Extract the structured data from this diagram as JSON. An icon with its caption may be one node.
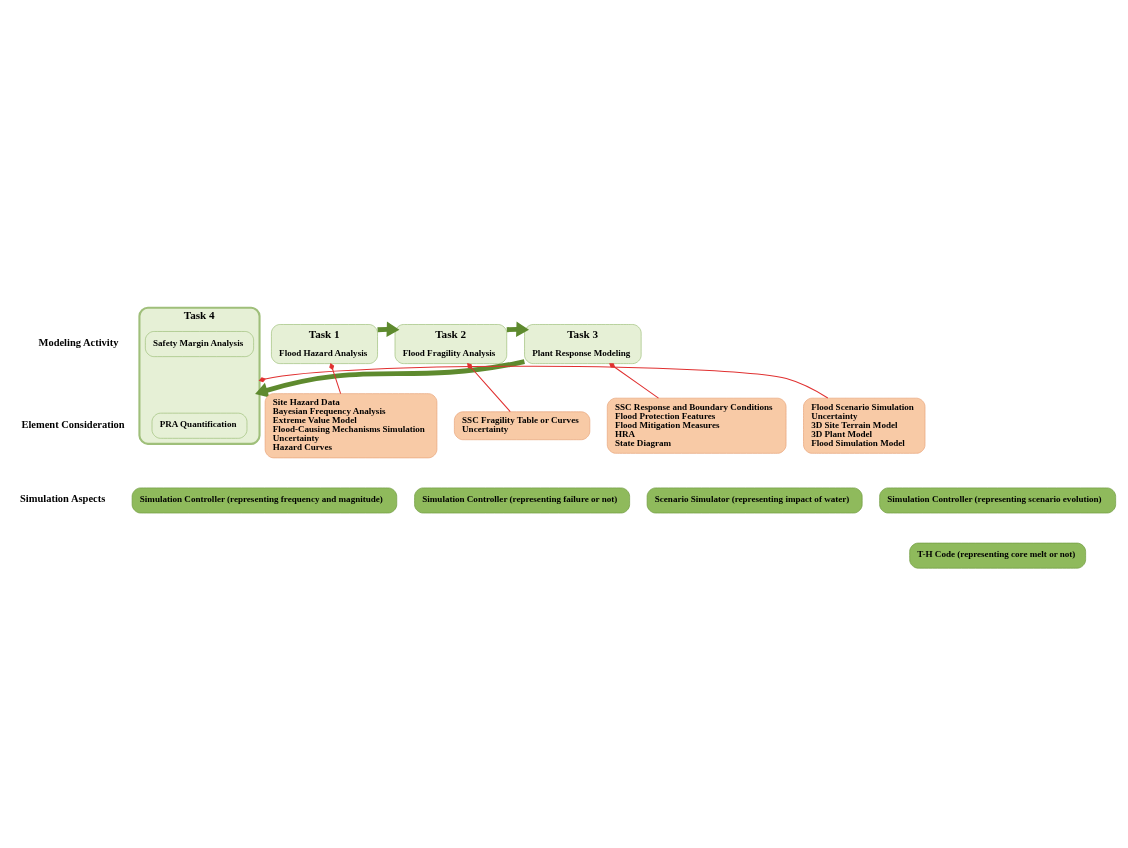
{
  "diagram": {
    "nodes": [
      {
        "text": [
          "Task 1",
          "Flood Hazard Analysis"
        ]
      },
      {
        "text": [
          "Task 2",
          "Flood Fragility Analysis"
        ]
      },
      {
        "text": [
          "Task 3",
          "Plant Response Modeling"
        ]
      },
      {
        "text": [
          "Task 4"
        ]
      },
      {
        "text": [
          "Safety Margin Analysis"
        ],
        "in": 3
      },
      {
        "text": [
          "PRA Quantification"
        ],
        "in": 3
      },
      {
        "text": [
          "Site Hazard Data",
          "Bayesian Frequency Analysis",
          "Extreme Value Model",
          "Flood-Causing Mechanisms Simulation",
          "Uncertainty",
          "Hazard Curves"
        ]
      },
      {
        "text": [
          "SSC Fragility Table or Curves",
          "Uncertainty"
        ]
      },
      {
        "text": [
          "SSC Response and Boundary Conditions",
          "Flood Protection Features",
          "Flood Mitigation Measures",
          "HRA",
          "State Diagram"
        ]
      },
      {
        "text": [
          "Flood Scenario Simulation",
          "Uncertainty",
          "3D Site Terrain Model",
          "3D Plant Model",
          "Flood Simulation Model"
        ]
      },
      {
        "text": [
          "Simulation Controller (representing frequency and magnitude)"
        ]
      },
      {
        "text": [
          "Simulation Controller (representing failure or not)"
        ]
      },
      {
        "text": [
          "Scenario Simulator (representing impact of water)"
        ]
      },
      {
        "text": [
          "Simulation Controller (representing scenario evolution)"
        ]
      },
      {
        "text": [
          "T-H Code (representing core melt or not)"
        ]
      }
    ],
    "edges": [
      {
        "from": 0,
        "to": 1,
        "arrow": "to",
        "style": "thick",
        "color": "#5e8a2e"
      },
      {
        "from": 1,
        "to": 2,
        "arrow": "to",
        "style": "thick",
        "color": "#5e8a2e"
      },
      {
        "from": 2,
        "to": 3,
        "arrow": "to",
        "style": "thick",
        "color": "#5e8a2e"
      },
      {
        "from": 6,
        "to": 0,
        "arrow": "other"
      },
      {
        "from": 7,
        "to": 1,
        "arrow": "other"
      },
      {
        "from": 8,
        "to": 2,
        "arrow": "other"
      },
      {
        "from": 9,
        "to": 3,
        "arrow": "other"
      }
    ],
    "labels": [
      "Modeling Activity",
      "Element Consideration",
      "Simulation Aspects"
    ]
  }
}
